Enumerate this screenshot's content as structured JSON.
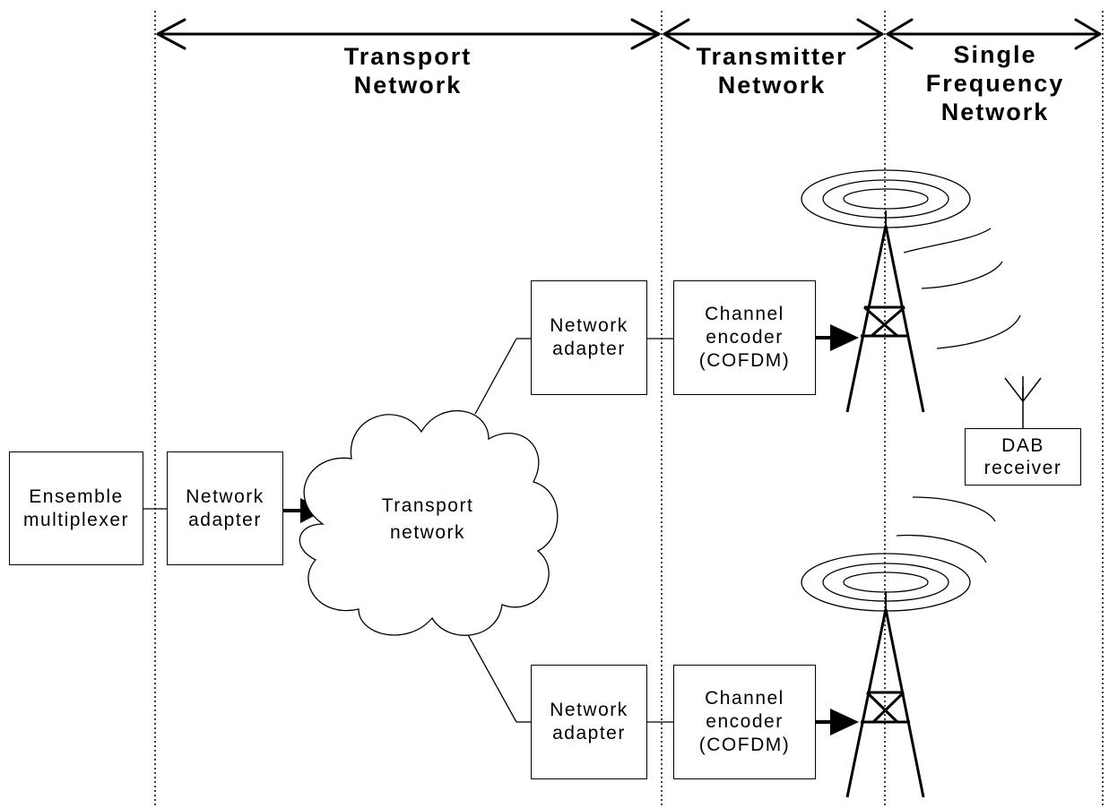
{
  "sections": {
    "transport": [
      "Transport",
      "Network"
    ],
    "transmitter": [
      "Transmitter",
      "Network"
    ],
    "sfn": [
      "Single",
      "Frequency",
      "Network"
    ]
  },
  "boxes": {
    "ensemble_multiplexer": [
      "Ensemble",
      "multiplexer"
    ],
    "network_adapter_source": [
      "Network",
      "adapter"
    ],
    "network_adapter_top": [
      "Network",
      "adapter"
    ],
    "network_adapter_bottom": [
      "Network",
      "adapter"
    ],
    "channel_encoder_top": [
      "Channel",
      "encoder",
      "(COFDM)"
    ],
    "channel_encoder_bottom": [
      "Channel",
      "encoder",
      "(COFDM)"
    ],
    "dab_receiver": [
      "DAB",
      "receiver"
    ]
  },
  "cloud": [
    "Transport",
    "network"
  ],
  "colors": {
    "line": "#000000",
    "background": "#ffffff"
  }
}
